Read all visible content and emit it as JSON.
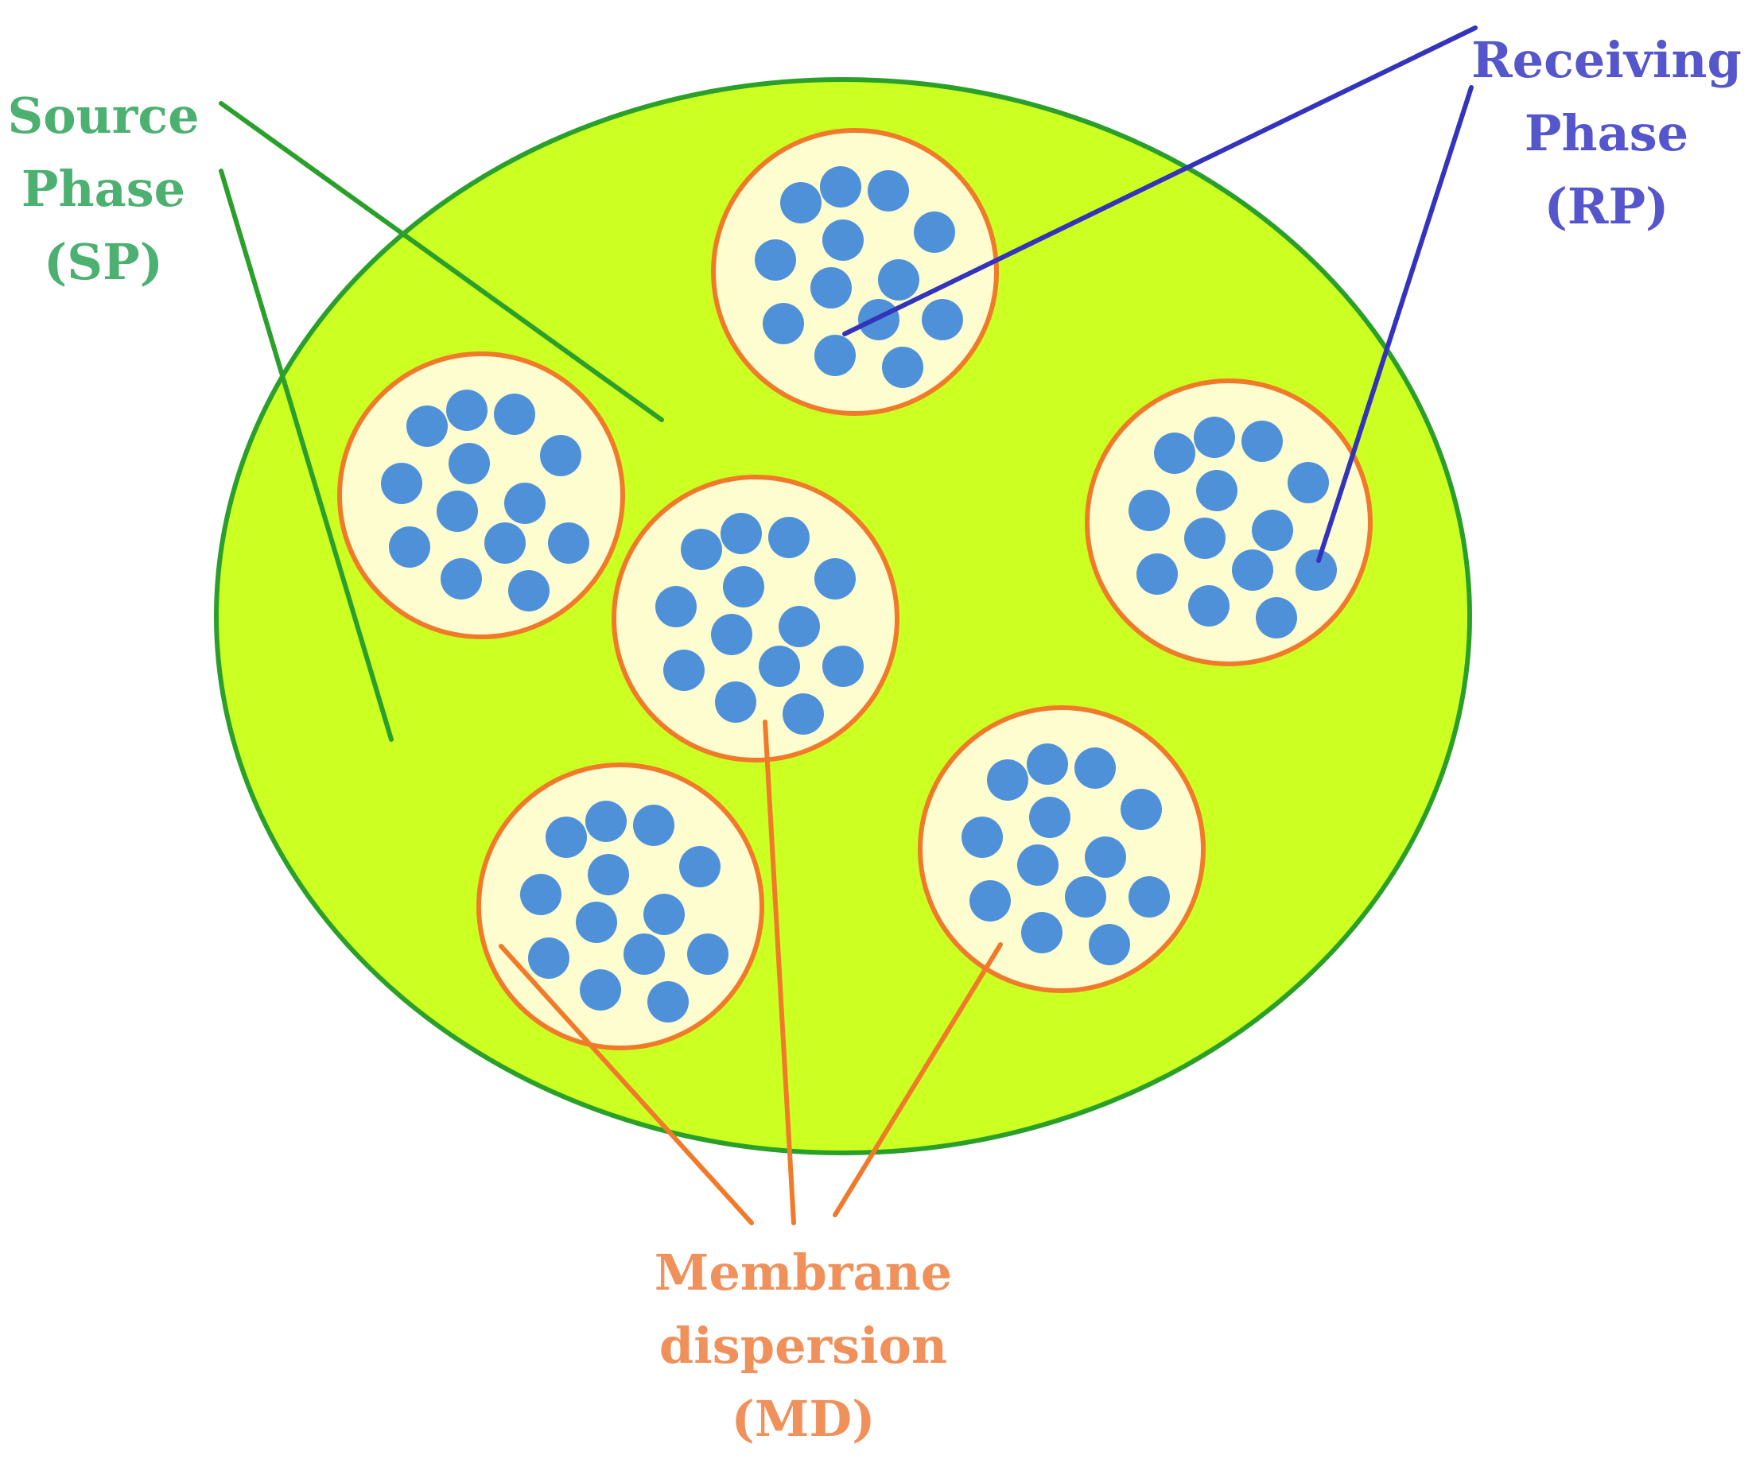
{
  "labels": {
    "source_phase": {
      "lines": [
        "Source",
        "Phase",
        "(SP)"
      ]
    },
    "receiving_phase": {
      "lines": [
        "Receiving",
        "Phase",
        "(RP)"
      ]
    },
    "membrane_dispersion": {
      "lines": [
        "Membrane",
        "dispersion",
        "(MD)"
      ]
    }
  },
  "colors": {
    "source_fill": "#ccff22",
    "source_stroke": "#2aa02a",
    "source_text": "#4cb070",
    "receiving_text": "#5555cc",
    "receiving_line": "#3333bb",
    "membrane_ring": "#f07a2a",
    "membrane_text": "#f0905a",
    "membrane_line": "#f07a2a",
    "droplet_fill": "#fdfdd0",
    "dot_fill": "#4f91d9"
  }
}
